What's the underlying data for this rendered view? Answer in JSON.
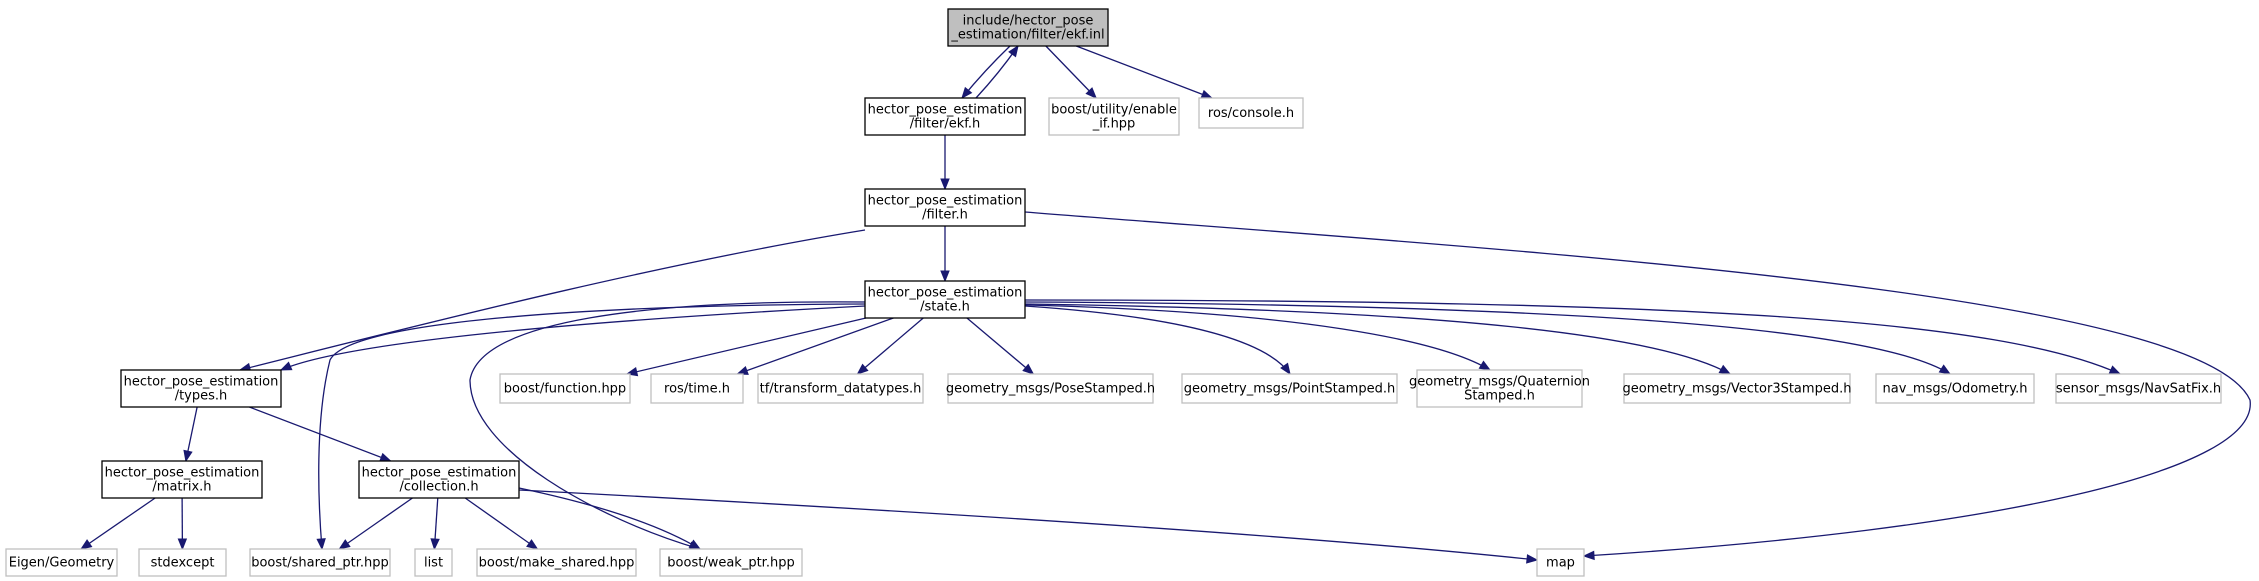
{
  "graph": {
    "colors": {
      "edge": "#191970",
      "documented_border": "#000000",
      "external_border": "#bfbfbf",
      "focus_fill": "#bfbfbf",
      "node_fill": "#ffffff"
    },
    "nodes": [
      {
        "id": "ekf_inl",
        "lines": [
          "include/hector_pose",
          "_estimation/filter/ekf.inl"
        ],
        "kind": "focus"
      },
      {
        "id": "filter_ekf_h",
        "lines": [
          "hector_pose_estimation",
          "/filter/ekf.h"
        ],
        "kind": "documented"
      },
      {
        "id": "enable_if",
        "lines": [
          "boost/utility/enable",
          "_if.hpp"
        ],
        "kind": "external"
      },
      {
        "id": "ros_console",
        "lines": [
          "ros/console.h"
        ],
        "kind": "external"
      },
      {
        "id": "filter_h",
        "lines": [
          "hector_pose_estimation",
          "/filter.h"
        ],
        "kind": "documented"
      },
      {
        "id": "state_h",
        "lines": [
          "hector_pose_estimation",
          "/state.h"
        ],
        "kind": "documented"
      },
      {
        "id": "types_h",
        "lines": [
          "hector_pose_estimation",
          "/types.h"
        ],
        "kind": "documented"
      },
      {
        "id": "boost_function",
        "lines": [
          "boost/function.hpp"
        ],
        "kind": "external"
      },
      {
        "id": "ros_time",
        "lines": [
          "ros/time.h"
        ],
        "kind": "external"
      },
      {
        "id": "tf_datatypes",
        "lines": [
          "tf/transform_datatypes.h"
        ],
        "kind": "external"
      },
      {
        "id": "pose_stamped",
        "lines": [
          "geometry_msgs/PoseStamped.h"
        ],
        "kind": "external"
      },
      {
        "id": "point_stamped",
        "lines": [
          "geometry_msgs/PointStamped.h"
        ],
        "kind": "external"
      },
      {
        "id": "quat_stamped",
        "lines": [
          "geometry_msgs/Quaternion",
          "Stamped.h"
        ],
        "kind": "external"
      },
      {
        "id": "vec3_stamped",
        "lines": [
          "geometry_msgs/Vector3Stamped.h"
        ],
        "kind": "external"
      },
      {
        "id": "odometry",
        "lines": [
          "nav_msgs/Odometry.h"
        ],
        "kind": "external"
      },
      {
        "id": "navsatfix",
        "lines": [
          "sensor_msgs/NavSatFix.h"
        ],
        "kind": "external"
      },
      {
        "id": "matrix_h",
        "lines": [
          "hector_pose_estimation",
          "/matrix.h"
        ],
        "kind": "documented"
      },
      {
        "id": "collection_h",
        "lines": [
          "hector_pose_estimation",
          "/collection.h"
        ],
        "kind": "documented"
      },
      {
        "id": "eigen_geometry",
        "lines": [
          "Eigen/Geometry"
        ],
        "kind": "external"
      },
      {
        "id": "stdexcept",
        "lines": [
          "stdexcept"
        ],
        "kind": "external"
      },
      {
        "id": "shared_ptr",
        "lines": [
          "boost/shared_ptr.hpp"
        ],
        "kind": "external"
      },
      {
        "id": "list",
        "lines": [
          "list"
        ],
        "kind": "external"
      },
      {
        "id": "make_shared",
        "lines": [
          "boost/make_shared.hpp"
        ],
        "kind": "external"
      },
      {
        "id": "weak_ptr",
        "lines": [
          "boost/weak_ptr.hpp"
        ],
        "kind": "external"
      },
      {
        "id": "map",
        "lines": [
          "map"
        ],
        "kind": "external"
      }
    ],
    "edges": [
      {
        "from": "ekf_inl",
        "to": "filter_ekf_h"
      },
      {
        "from": "filter_ekf_h",
        "to": "ekf_inl"
      },
      {
        "from": "ekf_inl",
        "to": "enable_if"
      },
      {
        "from": "ekf_inl",
        "to": "ros_console"
      },
      {
        "from": "filter_ekf_h",
        "to": "filter_h"
      },
      {
        "from": "filter_h",
        "to": "state_h"
      },
      {
        "from": "filter_h",
        "to": "types_h"
      },
      {
        "from": "filter_h",
        "to": "map"
      },
      {
        "from": "state_h",
        "to": "types_h"
      },
      {
        "from": "state_h",
        "to": "boost_function"
      },
      {
        "from": "state_h",
        "to": "ros_time"
      },
      {
        "from": "state_h",
        "to": "tf_datatypes"
      },
      {
        "from": "state_h",
        "to": "pose_stamped"
      },
      {
        "from": "state_h",
        "to": "point_stamped"
      },
      {
        "from": "state_h",
        "to": "quat_stamped"
      },
      {
        "from": "state_h",
        "to": "vec3_stamped"
      },
      {
        "from": "state_h",
        "to": "odometry"
      },
      {
        "from": "state_h",
        "to": "navsatfix"
      },
      {
        "from": "state_h",
        "to": "shared_ptr"
      },
      {
        "from": "state_h",
        "to": "weak_ptr"
      },
      {
        "from": "types_h",
        "to": "matrix_h"
      },
      {
        "from": "types_h",
        "to": "collection_h"
      },
      {
        "from": "matrix_h",
        "to": "eigen_geometry"
      },
      {
        "from": "matrix_h",
        "to": "stdexcept"
      },
      {
        "from": "collection_h",
        "to": "shared_ptr"
      },
      {
        "from": "collection_h",
        "to": "list"
      },
      {
        "from": "collection_h",
        "to": "make_shared"
      },
      {
        "from": "collection_h",
        "to": "weak_ptr"
      },
      {
        "from": "collection_h",
        "to": "map"
      }
    ]
  }
}
